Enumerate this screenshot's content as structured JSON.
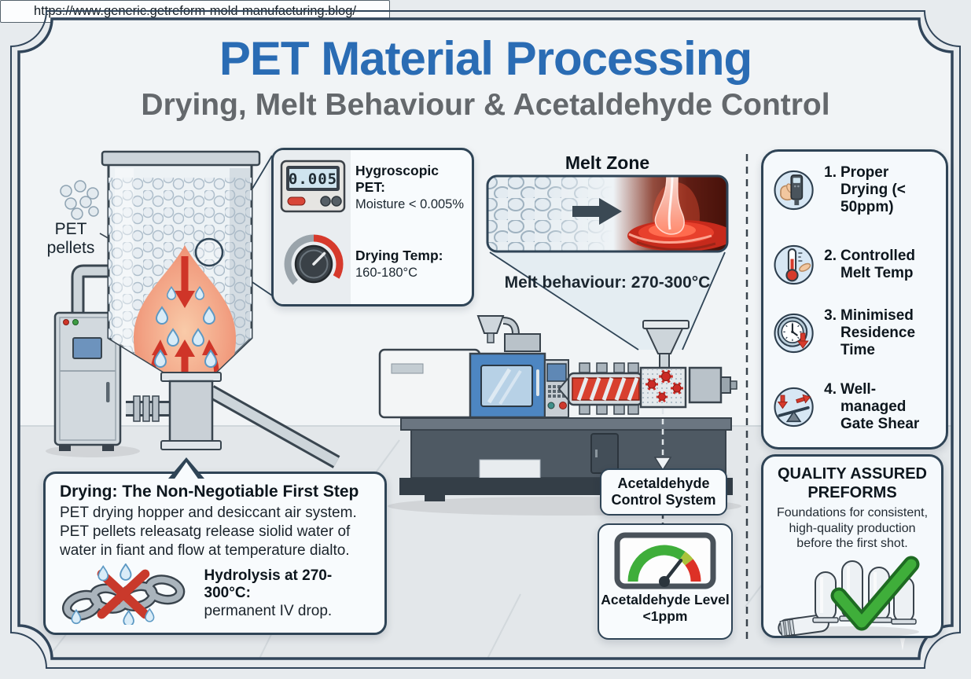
{
  "header": {
    "title": "PET Material Processing",
    "subtitle": "Drying, Melt Behaviour & Acetaldehyde Control"
  },
  "left_diagram": {
    "pellets_label": "PET pellets"
  },
  "control_panel": {
    "display_value": "0.005",
    "rows": [
      {
        "icon": "moisture-display",
        "title": "Hygroscopic PET:",
        "value": "Moisture < 0.005%"
      },
      {
        "icon": "temperature-knob",
        "title": "Drying Temp:",
        "value": "160-180°C"
      }
    ]
  },
  "melt_zone": {
    "title": "Melt Zone",
    "caption": "Melt behaviour: 270-300°C"
  },
  "acetaldehyde": {
    "system_label": "Acetaldehyde Control System",
    "gauge_label": "Acetaldehyde Level",
    "gauge_value": "<1ppm"
  },
  "sidebar": {
    "items": [
      {
        "number": "1.",
        "label": "Proper Drying (< 50ppm)",
        "icon": "moisture-meter-hand"
      },
      {
        "number": "2.",
        "label": "Controlled Melt Temp",
        "icon": "thermometer-hand"
      },
      {
        "number": "3.",
        "label": "Minimised Residence Time",
        "icon": "clock-down-arrow"
      },
      {
        "number": "4.",
        "label": "Well-managed Gate Shear",
        "icon": "balance-shear"
      }
    ]
  },
  "quality": {
    "title": "QUALITY ASSURED PREFORMS",
    "body": "Foundations for consistent, high-quality production before the first shot."
  },
  "drying_box": {
    "title": "Drying: The Non-Negotiable First Step",
    "body": "PET drying hopper and desiccant air system. PET pellets releasatg release siolid water of water in fiant and flow at temperature dialto.",
    "hydrolysis_title": "Hydrolysis at 270-300°C:",
    "hydrolysis_body": "permanent IV drop.",
    "icon": "broken-chain-droplets"
  },
  "footer": {
    "url": "https://www.generic.getreform-mold-manufacturing.blog/"
  },
  "colors": {
    "accent_blue": "#2a6cb4",
    "frame": "#31455a",
    "alert_red": "#cf3528",
    "gauge_green": "#3fae3a",
    "machine_blue": "#4d86c2"
  }
}
